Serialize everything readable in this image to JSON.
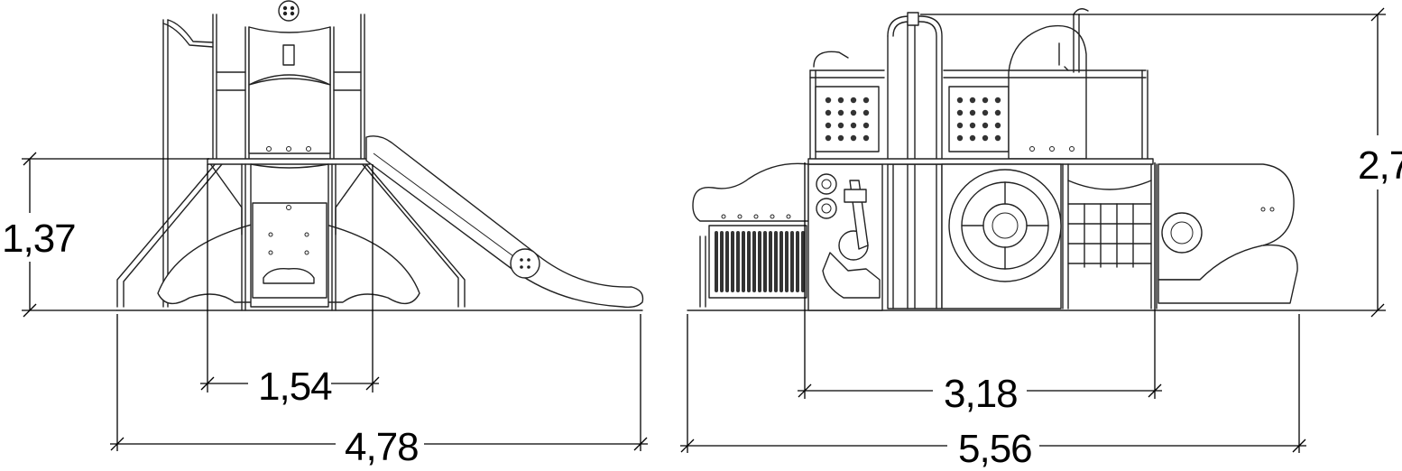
{
  "dimensions": {
    "left_height": "1,37",
    "left_platform_width": "1,54",
    "left_total_width": "4,78",
    "right_height": "2,7",
    "right_platform_width": "3,18",
    "right_total_width": "5,56"
  },
  "colors": {
    "line": "#222222",
    "background": "#ffffff"
  }
}
